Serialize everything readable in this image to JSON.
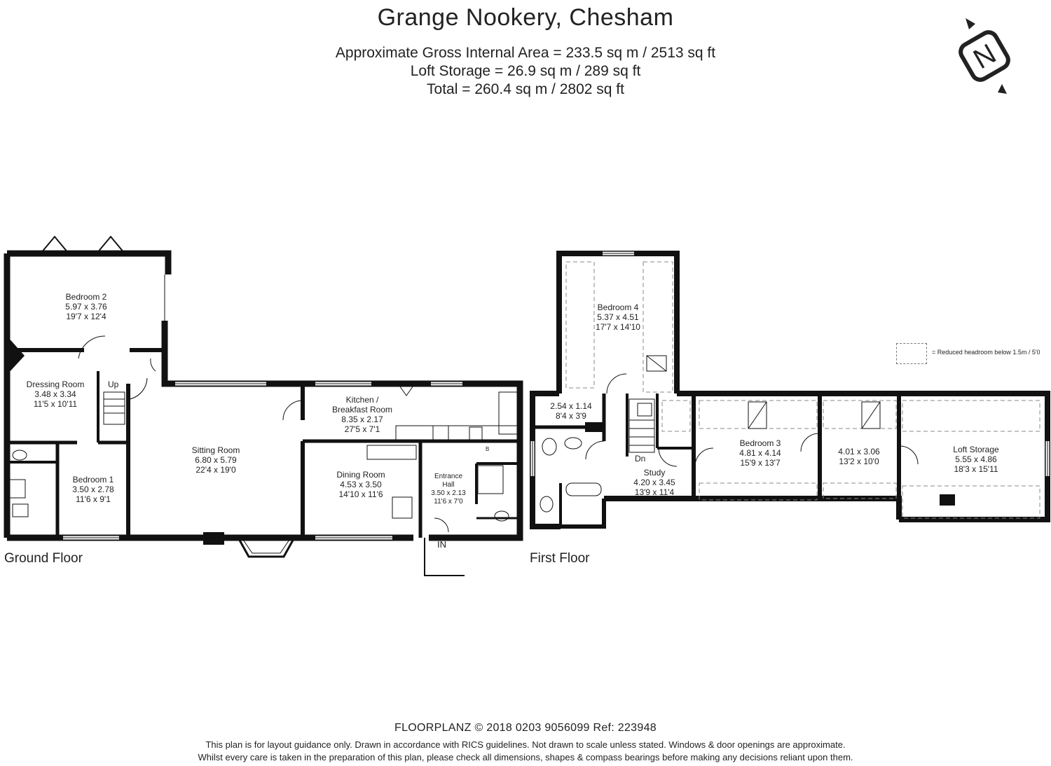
{
  "title": "Grange Nookery, Chesham",
  "areas": {
    "gross": "Approximate Gross Internal Area = 233.5 sq m / 2513 sq ft",
    "loft": "Loft Storage = 26.9 sq m / 289 sq ft",
    "total": "Total = 260.4 sq m / 2802 sq ft"
  },
  "compass": {
    "letter": "N"
  },
  "legend": {
    "text": "= Reduced headroom below 1.5m / 5'0"
  },
  "floors": {
    "ground": "Ground Floor",
    "first": "First Floor"
  },
  "rooms": {
    "bedroom2": {
      "name": "Bedroom 2",
      "metric": "5.97 x 3.76",
      "imperial": "19'7 x 12'4"
    },
    "dressing": {
      "name": "Dressing Room",
      "metric": "3.48 x 3.34",
      "imperial": "11'5 x 10'11"
    },
    "bedroom1": {
      "name": "Bedroom 1",
      "metric": "3.50 x 2.78",
      "imperial": "11'6 x 9'1"
    },
    "sitting": {
      "name": "Sitting Room",
      "metric": "6.80 x 5.79",
      "imperial": "22'4 x 19'0"
    },
    "kitchen": {
      "name": "Kitchen /",
      "name2": "Breakfast Room",
      "metric": "8.35 x 2.17",
      "imperial": "27'5 x 7'1"
    },
    "dining": {
      "name": "Dining Room",
      "metric": "4.53 x 3.50",
      "imperial": "14'10 x 11'6"
    },
    "entrance": {
      "name": "Entrance",
      "name2": "Hall",
      "metric": "3.50 x 2.13",
      "imperial": "11'6 x 7'0"
    },
    "bedroom4": {
      "name": "Bedroom 4",
      "metric": "5.37 x 4.51",
      "imperial": "17'7 x 14'10"
    },
    "smallroom": {
      "metric": "2.54 x 1.14",
      "imperial": "8'4 x 3'9"
    },
    "study": {
      "name": "Study",
      "metric": "4.20 x 3.45",
      "imperial": "13'9 x 11'4"
    },
    "bedroom3": {
      "name": "Bedroom 3",
      "metric": "4.81 x 4.14",
      "imperial": "15'9 x 13'7"
    },
    "room": {
      "metric": "4.01 x 3.06",
      "imperial": "13'2 x 10'0"
    },
    "loftstorage": {
      "name": "Loft Storage",
      "metric": "5.55 x 4.86",
      "imperial": "18'3 x 15'11"
    }
  },
  "marks": {
    "up": "Up",
    "dn": "Dn",
    "in": "IN",
    "boiler": "B"
  },
  "footer": {
    "brand": "FLOORPLANZ © 2018   0203 9056099   Ref: 223948",
    "line1": "This plan is for layout guidance only. Drawn in accordance with RICS guidelines. Not drawn to scale unless stated. Windows & door openings are approximate.",
    "line2": "Whilst every care is taken in the preparation of this plan, please check all dimensions, shapes & compass bearings before making any decisions reliant upon them."
  }
}
